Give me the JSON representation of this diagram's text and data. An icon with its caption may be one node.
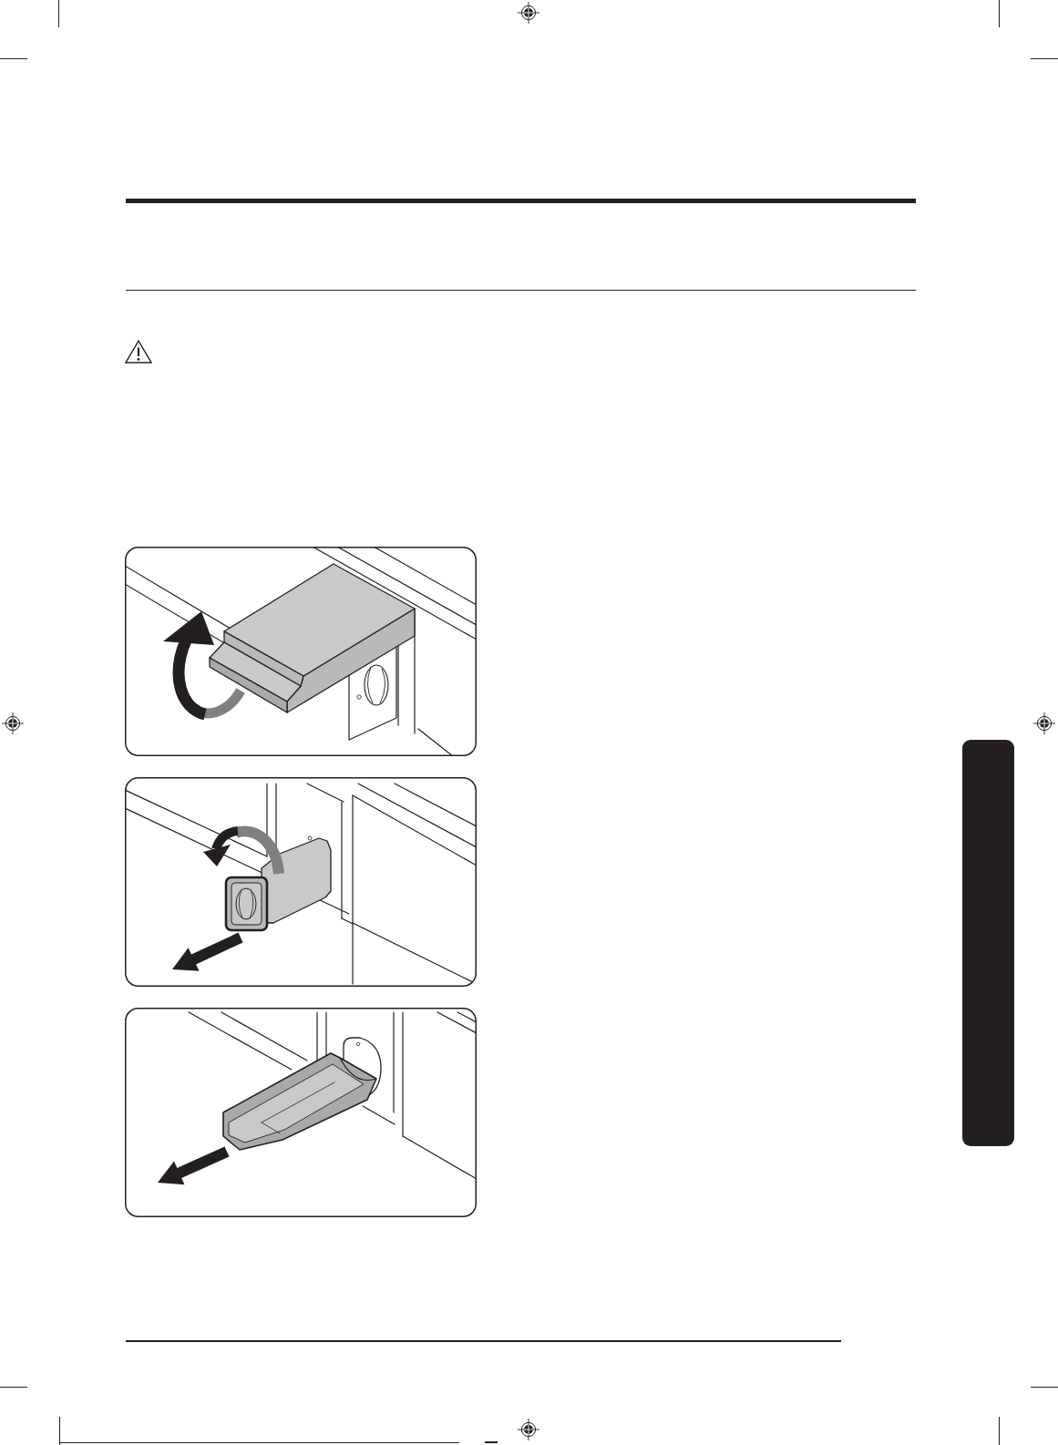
{
  "diagram": {
    "nodes": [
      {
        "text": [],
        "shape": "picture"
      },
      {
        "text": [],
        "shape": "picture"
      },
      {
        "text": [],
        "shape": "picture"
      },
      {
        "text": [],
        "shape": "bar"
      }
    ]
  }
}
